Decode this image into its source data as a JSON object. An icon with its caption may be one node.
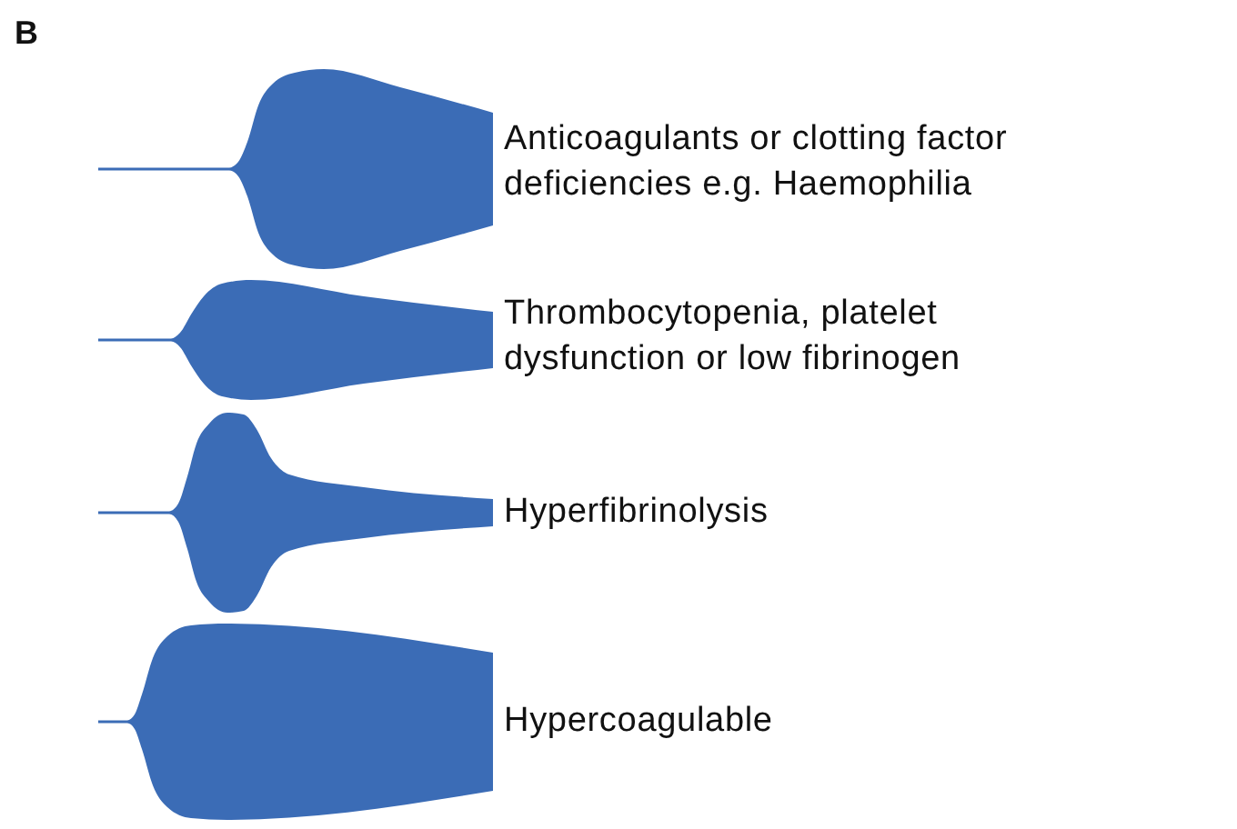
{
  "diagram": {
    "nodes": [
      {
        "text": [],
        "shape": "tracing",
        "beside": [
          "Anticoagulants or clotting factor deficiencies e.g. Haemophilia"
        ]
      },
      {
        "text": [],
        "shape": "tracing",
        "beside": [
          "Thrombocytopenia, platelet dysfunction or low fibrinogen"
        ]
      },
      {
        "text": [],
        "shape": "tracing",
        "beside": [
          "Hyperfibrinolysis"
        ]
      },
      {
        "text": [],
        "shape": "tracing",
        "beside": [
          "Hypercoagulable"
        ]
      }
    ],
    "labels": [
      "B"
    ]
  }
}
